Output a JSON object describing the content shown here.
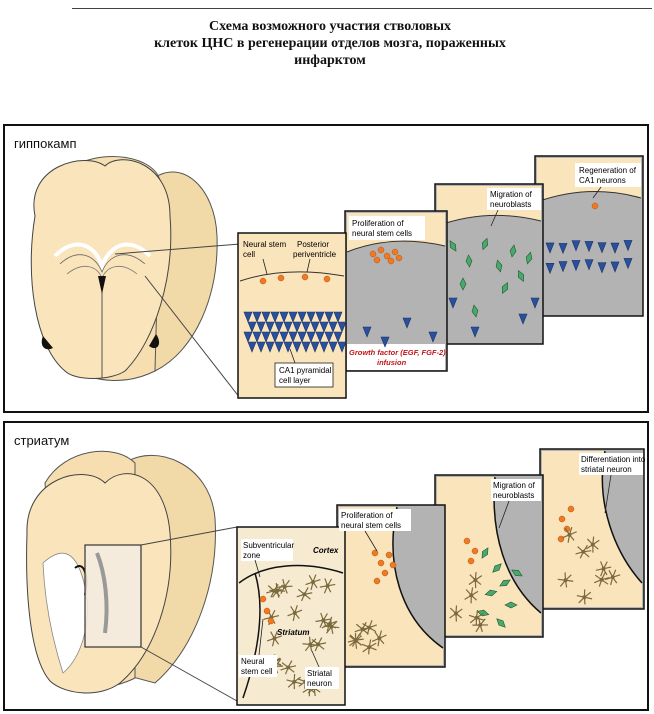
{
  "title": {
    "line1": "Схема возможного участия стволовых",
    "line2": "клеток ЦНС в регенерации отделов мозга, пораженных",
    "line3": "инфарктом"
  },
  "hippocampus": {
    "label": "гиппокамп",
    "stage1": {
      "neural_stem_cell_1": "Neural stem",
      "neural_stem_cell_2": "cell",
      "posterior_1": "Posterior",
      "posterior_2": "periventricle",
      "ca1_1": "CA1 pyramidal",
      "ca1_2": "cell layer"
    },
    "stage2": {
      "label_1": "Proliferation of",
      "label_2": "neural stem cells",
      "growth_1": "Growth factor (EGF, FGF-2)",
      "growth_2": "infusion"
    },
    "stage3": {
      "label_1": "Migration of",
      "label_2": "neuroblasts"
    },
    "stage4": {
      "label_1": "Regeneration of",
      "label_2": "CA1 neurons"
    }
  },
  "striatum": {
    "label": "стриатум",
    "stage1": {
      "subventricular_1": "Subventricular",
      "subventricular_2": "zone",
      "cortex": "Cortex",
      "striatum": "Striatum",
      "neural_stem_1": "Neural",
      "neural_stem_2": "stem cell",
      "striatal_1": "Striatal",
      "striatal_2": "neuron"
    },
    "stage2": {
      "label_1": "Proliferation of",
      "label_2": "neural stem cells"
    },
    "stage3": {
      "label_1": "Migration of",
      "label_2": "neuroblasts"
    },
    "stage4": {
      "label_1": "Differentiation into",
      "label_2": "striatal neuron"
    }
  },
  "colors": {
    "brain": "#f9e4bb",
    "gray_tissue": "#b3b3b3",
    "blue_neuron": "#2a4f9c",
    "orange_cell": "#f07a23",
    "green_neuroblast": "#4aa86a",
    "olive_neuron": "#7b6a3c",
    "red_text": "#c0151b"
  }
}
